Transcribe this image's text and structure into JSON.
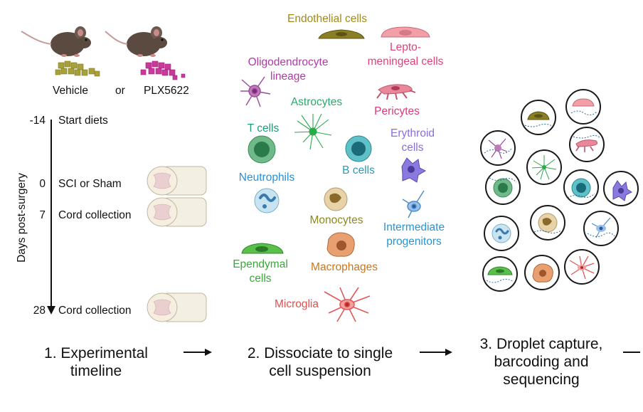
{
  "panel1": {
    "vehicle": "Vehicle",
    "or": "or",
    "plx": "PLX5622",
    "axis_label": "Days post-surgery",
    "timeline": [
      {
        "day": "-14",
        "event": "Start diets"
      },
      {
        "day": "0",
        "event": "SCI or Sham"
      },
      {
        "day": "7",
        "event": "Cord collection"
      },
      {
        "day": "28",
        "event": "Cord collection"
      }
    ],
    "step_label": [
      "1. Experimental",
      "timeline"
    ]
  },
  "panel2": {
    "cells": {
      "endothelial": "Endothelial cells",
      "lepto": [
        "Lepto-",
        "meningeal cells"
      ],
      "oligo": [
        "Oligodendrocyte",
        "lineage"
      ],
      "astro": "Astrocytes",
      "pericytes": "Pericytes",
      "tcells": "T cells",
      "erythroid": [
        "Erythroid",
        "cells"
      ],
      "neutrophils": "Neutrophils",
      "bcells": "B cells",
      "monocytes": "Monocytes",
      "intermediate": [
        "Intermediate",
        "progenitors"
      ],
      "ependymal": [
        "Ependymal",
        "cells"
      ],
      "macrophages": "Macrophages",
      "microglia": "Microglia"
    },
    "step_label": [
      "2. Dissociate to single",
      "cell suspension"
    ]
  },
  "panel3": {
    "step_label": [
      "3. Droplet capture,",
      "barcoding and",
      "sequencing"
    ]
  },
  "colors": {
    "endothelial": "#a08b1a",
    "lepto": "#e0417a",
    "oligo": "#b23aa8",
    "astro": "#2aab6a",
    "pericytes": "#d63a7a",
    "tcells": "#1f9a7a",
    "erythroid": "#8a6de0",
    "neutrophils": "#2a8fd6",
    "bcells": "#1e9ec2",
    "monocytes": "#8c8a1a",
    "intermediate": "#2a95d0",
    "ependymal": "#3aa83a",
    "macrophages": "#c9761e",
    "microglia": "#e05050"
  }
}
